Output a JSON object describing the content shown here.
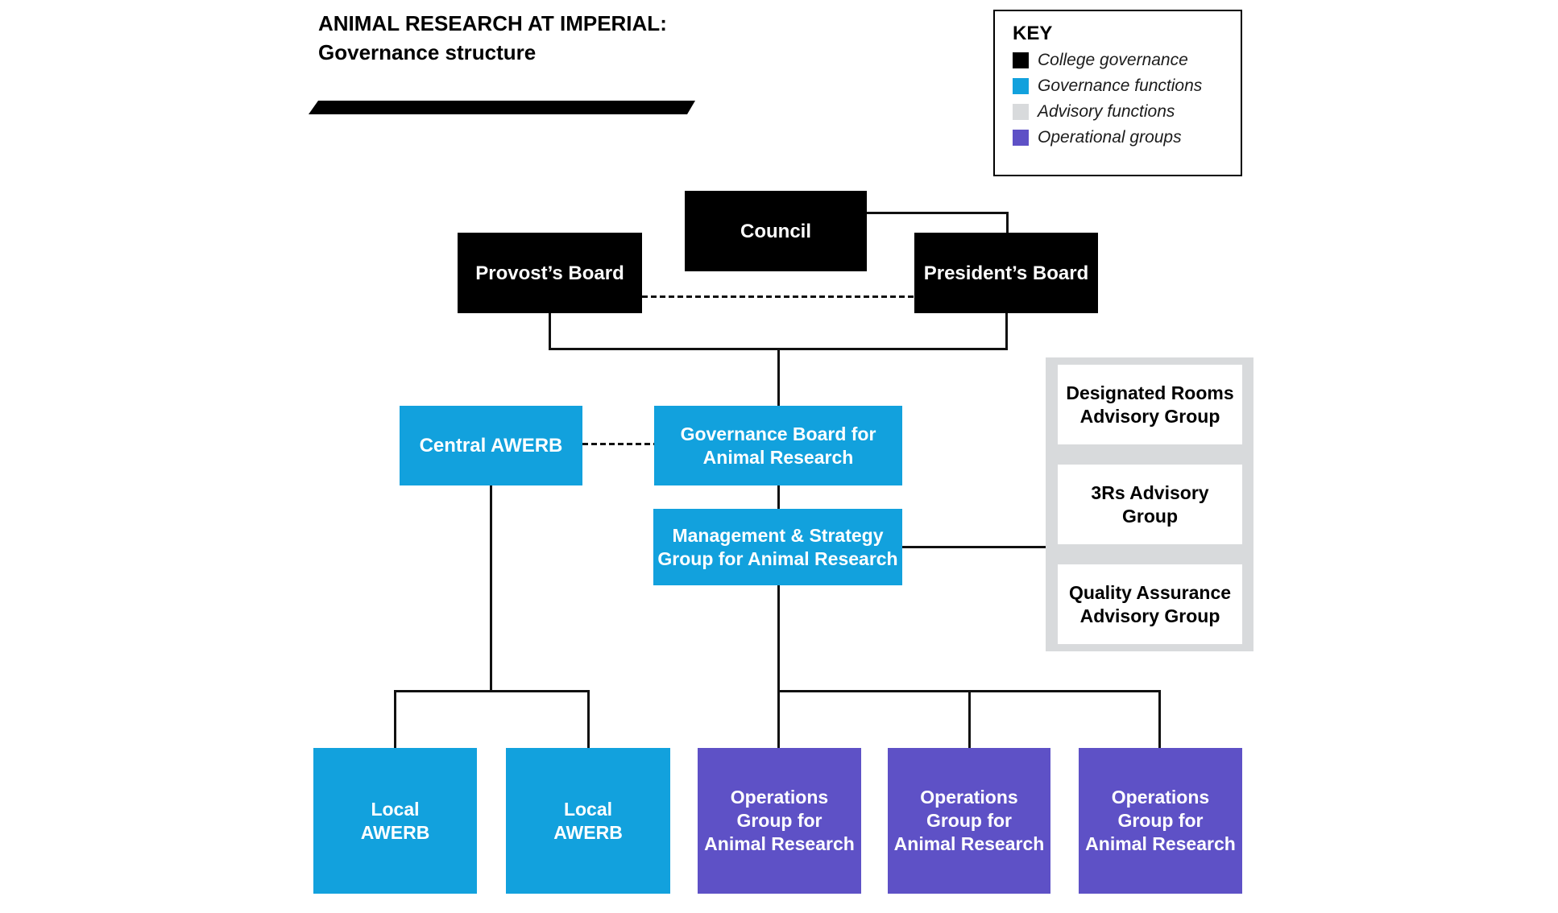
{
  "title": {
    "line1": "ANIMAL RESEARCH AT IMPERIAL:",
    "line2": "Governance structure"
  },
  "key": {
    "title": "KEY",
    "items": [
      {
        "label": "College governance",
        "color": "#000000"
      },
      {
        "label": "Governance functions",
        "color": "#12A1DD"
      },
      {
        "label": "Advisory functions",
        "color": "#D8DADC"
      },
      {
        "label": "Operational groups",
        "color": "#5E51C6"
      }
    ]
  },
  "colors": {
    "college_governance": "#000000",
    "governance_functions": "#12A1DD",
    "advisory_panel": "#D8DADC",
    "advisory_box": "#FFFFFF",
    "operational_groups": "#5E51C6",
    "connector": "#111111"
  },
  "nodes": {
    "council": {
      "label": "Council",
      "type": "college"
    },
    "provost_board": {
      "label": "Provost’s Board",
      "type": "college"
    },
    "president_board": {
      "label": "President’s Board",
      "type": "college"
    },
    "central_awerb": {
      "label": "Central AWERB",
      "type": "governance"
    },
    "governance_board": {
      "label": "Governance Board for\nAnimal Research",
      "type": "governance"
    },
    "management_strategy": {
      "label": "Management & Strategy\nGroup for Animal Research",
      "type": "governance"
    },
    "designated_rooms": {
      "label": "Designated Rooms\nAdvisory Group",
      "type": "advisory"
    },
    "three_rs": {
      "label": "3Rs Advisory\nGroup",
      "type": "advisory"
    },
    "quality_assurance": {
      "label": "Quality Assurance\nAdvisory Group",
      "type": "advisory"
    },
    "local_awerb_1": {
      "label": "Local\nAWERB",
      "type": "governance"
    },
    "local_awerb_2": {
      "label": "Local\nAWERB",
      "type": "governance"
    },
    "operations_group_1": {
      "label": "Operations\nGroup for\nAnimal Research",
      "type": "operational"
    },
    "operations_group_2": {
      "label": "Operations\nGroup for\nAnimal Research",
      "type": "operational"
    },
    "operations_group_3": {
      "label": "Operations\nGroup for\nAnimal Research",
      "type": "operational"
    }
  }
}
